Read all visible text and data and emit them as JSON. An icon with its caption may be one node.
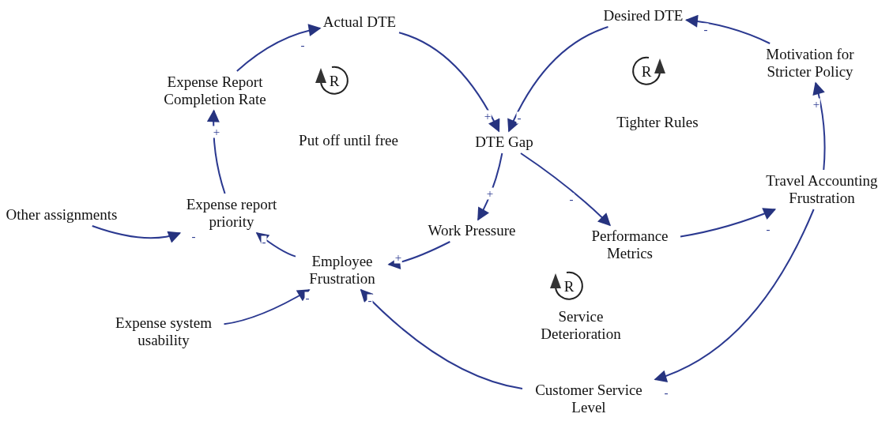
{
  "diagram": {
    "nodes": [
      {
        "text": [
          "Actual DTE"
        ]
      },
      {
        "text": [
          "Desired DTE"
        ]
      },
      {
        "text": [
          "Expense Report Completion Rate"
        ]
      },
      {
        "text": [
          "Motivation for Stricter Policy"
        ]
      },
      {
        "text": [
          "DTE Gap"
        ]
      },
      {
        "text": [
          "Other assignments"
        ]
      },
      {
        "text": [
          "Expense report priority"
        ]
      },
      {
        "text": [
          "Travel Accounting Frustration"
        ]
      },
      {
        "text": [
          "Work Pressure"
        ]
      },
      {
        "text": [
          "Performance Metrics"
        ]
      },
      {
        "text": [
          "Employee Frustration"
        ]
      },
      {
        "text": [
          "Expense system usability"
        ]
      },
      {
        "text": [
          "Customer Service Level"
        ]
      }
    ],
    "edges": [
      {
        "from": 2,
        "to": 0,
        "arrow": "to",
        "label": "-"
      },
      {
        "from": 0,
        "to": 4,
        "arrow": "to",
        "label": "+"
      },
      {
        "from": 1,
        "to": 4,
        "arrow": "to",
        "label": "-"
      },
      {
        "from": 3,
        "to": 1,
        "arrow": "to",
        "label": "-"
      },
      {
        "from": 7,
        "to": 3,
        "arrow": "to",
        "label": "+"
      },
      {
        "from": 4,
        "to": 8,
        "arrow": "to",
        "label": "+"
      },
      {
        "from": 4,
        "to": 9,
        "arrow": "to",
        "label": "-"
      },
      {
        "from": 9,
        "to": 7,
        "arrow": "to",
        "label": "-"
      },
      {
        "from": 7,
        "to": 12,
        "arrow": "to",
        "label": "-"
      },
      {
        "from": 12,
        "to": 10,
        "arrow": "to",
        "label": "-"
      },
      {
        "from": 8,
        "to": 10,
        "arrow": "to",
        "label": "+"
      },
      {
        "from": 11,
        "to": 10,
        "arrow": "to",
        "label": "-"
      },
      {
        "from": 10,
        "to": 6,
        "arrow": "to",
        "label": "-"
      },
      {
        "from": 5,
        "to": 6,
        "arrow": "to",
        "label": "-"
      },
      {
        "from": 6,
        "to": 2,
        "arrow": "to",
        "label": "+"
      }
    ],
    "labels": [
      "R",
      "R",
      "Tighter Rules",
      "Put off until free",
      "R",
      "Service Deterioration"
    ]
  }
}
